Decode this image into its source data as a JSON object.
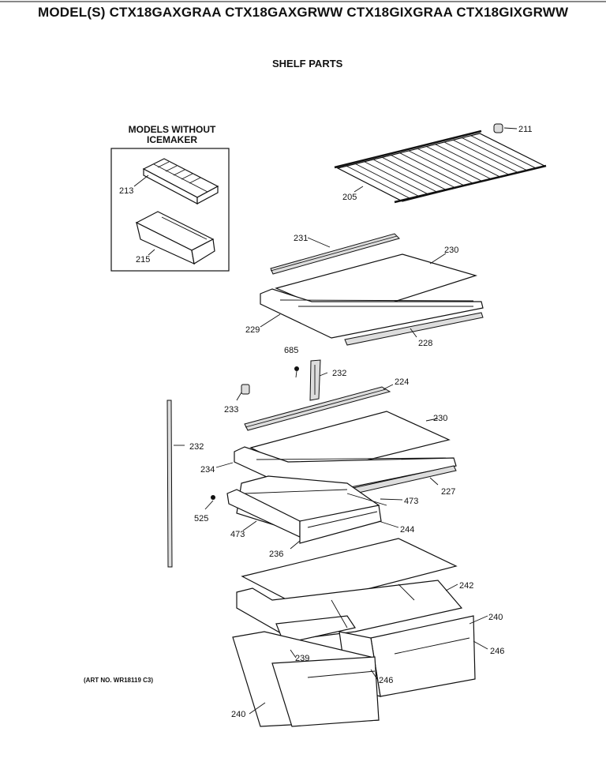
{
  "header": {
    "title": "MODEL(S) CTX18GAXGRAA  CTX18GAXGRWW  CTX18GIXGRAA  CTX18GIXGRWW",
    "section": "SHELF PARTS",
    "art_no": "(ART NO. WR18119 C3)"
  },
  "inset": {
    "label_line1": "MODELS WITHOUT",
    "label_line2": "ICEMAKER"
  },
  "callouts": {
    "c211": "211",
    "c213": "213",
    "c215": "215",
    "c205": "205",
    "c231": "231",
    "c230a": "230",
    "c229": "229",
    "c228": "228",
    "c685": "685",
    "c232a": "232",
    "c224": "224",
    "c233": "233",
    "c230b": "230",
    "c232b": "232",
    "c234": "234",
    "c227": "227",
    "c525": "525",
    "c473a": "473",
    "c473b": "473",
    "c244": "244",
    "c236": "236",
    "c242": "242",
    "c240a": "240",
    "c246a": "246",
    "c239": "239",
    "c246b": "246",
    "c240b": "240"
  }
}
